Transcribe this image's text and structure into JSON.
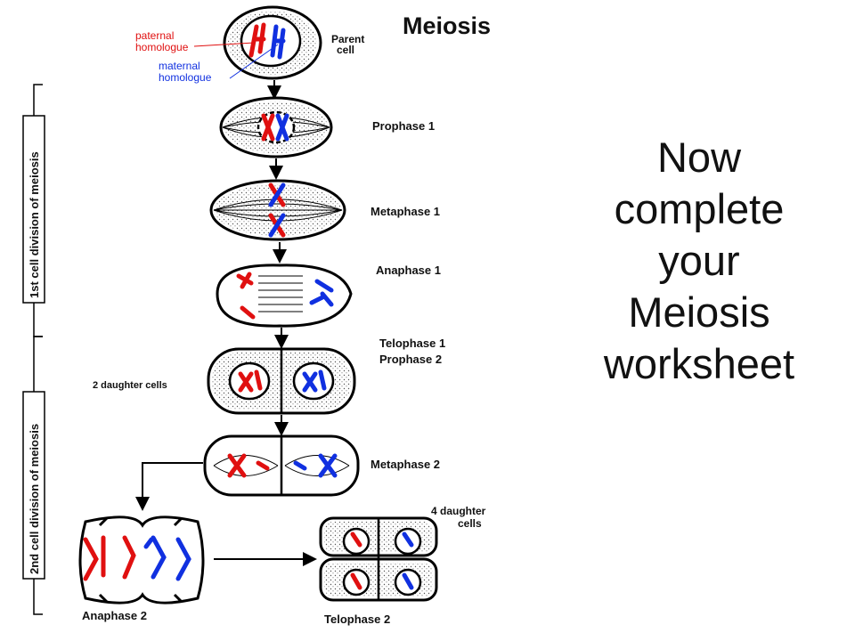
{
  "diagram": {
    "title": "Meiosis",
    "parent_label_1": "Parent",
    "parent_label_2": "cell",
    "paternal_1": "paternal",
    "paternal_2": "homologue",
    "maternal_1": "maternal",
    "maternal_2": "homologue",
    "prophase1": "Prophase 1",
    "metaphase1": "Metaphase 1",
    "anaphase1": "Anaphase 1",
    "telophase1": "Telophase 1",
    "prophase2": "Prophase 2",
    "two_daughter": "2 daughter cells",
    "metaphase2": "Metaphase 2",
    "four_daughter_1": "4 daughter",
    "four_daughter_2": "cells",
    "anaphase2": "Anaphase 2",
    "telophase2": "Telophase 2",
    "division1": "1st cell division of meiosis",
    "division2": "2nd cell division of meiosis",
    "colors": {
      "paternal": "#e01010",
      "maternal": "#1030e0"
    }
  },
  "side_text": {
    "lines": [
      "Now",
      "complete",
      "your",
      "Meiosis",
      "worksheet"
    ]
  }
}
